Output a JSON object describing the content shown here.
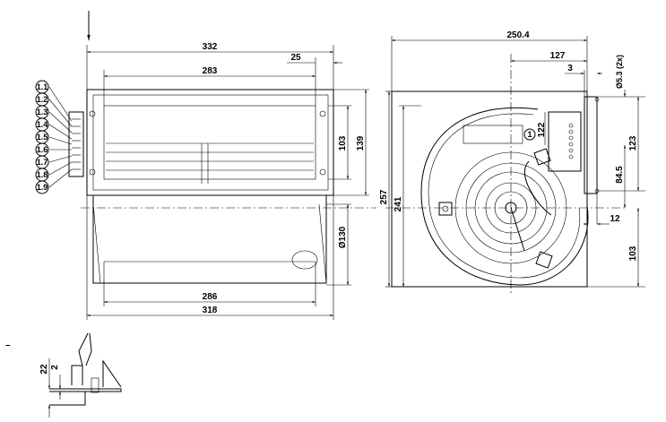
{
  "connector_labels": [
    "1.1",
    "1.2",
    "1.3",
    "1.4",
    "1.5",
    "1.6",
    "1.7",
    "1.8",
    "1.9"
  ],
  "side_view": {
    "dim_overall_width": "332",
    "dim_inner_width": "283",
    "dim_offset": "25",
    "dim_height_inner": "103",
    "dim_height_outer": "139",
    "dim_diameter": "Ø130",
    "dim_bottom_inner": "286",
    "dim_bottom_outer": "318"
  },
  "front_view": {
    "dim_width": "250.4",
    "dim_axis_to_edge": "127",
    "dim_flange": "3",
    "dim_hole": "Ø5.3 (2x)",
    "dim_hole_spacing": "123",
    "dim_axis_to_hole": "84.5",
    "dim_lower": "103",
    "dim_hole_offset": "12",
    "dim_total_height": "257",
    "dim_housing_height": "241",
    "dim_terminal": "122",
    "callout": "1"
  },
  "detail_view": {
    "marker": "–",
    "dim_a": "22",
    "dim_b": "2"
  }
}
